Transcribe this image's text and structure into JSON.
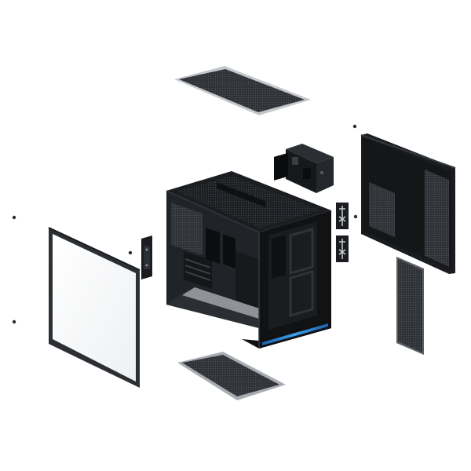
{
  "image": {
    "subject": "exploded-view-pc-case",
    "background_color": "#ffffff",
    "colors": {
      "case_body": "#16181b",
      "case_edge": "#2a2d31",
      "mesh": "#33373c",
      "mesh_frame": "#b9bcc0",
      "glass": "#f7f8f9",
      "accent_light": "#3aa0e8"
    },
    "components": [
      "top-dust-filter",
      "drive-cage",
      "main-chassis",
      "side-glass-panel",
      "rear-side-panel",
      "bottom-dust-filter",
      "side-mesh-filter",
      "ssd-bracket",
      "fan-hub-bracket",
      "screw"
    ]
  }
}
